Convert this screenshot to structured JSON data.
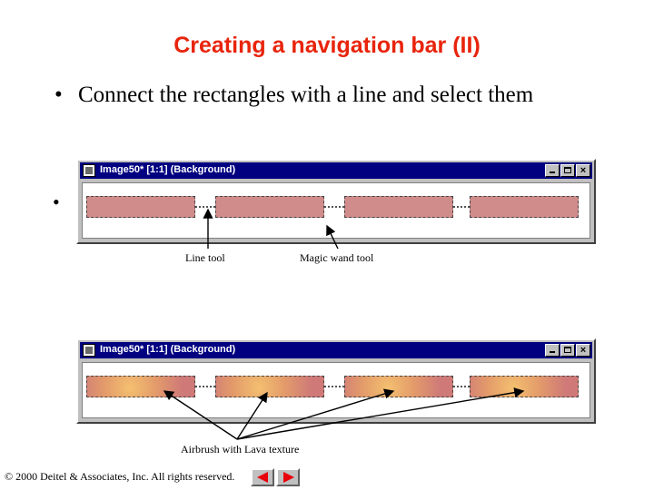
{
  "slide": {
    "title": "Creating a navigation bar (II)",
    "bullet_symbol": "•",
    "bullet_1": "Connect the rectangles with a line and select them",
    "bullet_2_symbol": "•"
  },
  "window_top": {
    "title": "Image50* [1:1] (Background)",
    "minimize": "",
    "maximize": "",
    "close": "×"
  },
  "window_bottom": {
    "title": "Image50* [1:1] (Background)",
    "minimize": "",
    "maximize": "",
    "close": "×"
  },
  "callouts": {
    "line_tool": "Line tool",
    "magic_wand_tool": "Magic wand tool",
    "airbrush": "Airbrush with Lava texture"
  },
  "footer": {
    "copyright": "© 2000 Deitel & Associates, Inc.  All rights reserved."
  },
  "colors": {
    "title": "#e8240c",
    "titlebar": "#000080",
    "rect_fill": "#d08b8b",
    "nav_arrow": "#e8000b"
  }
}
